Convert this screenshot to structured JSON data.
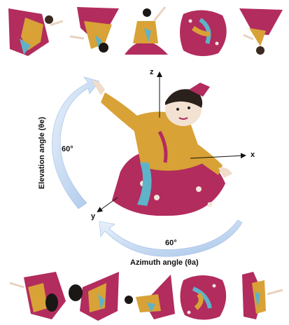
{
  "figure": {
    "elevation": {
      "label": "Elevation angle (θe)",
      "angle": "60°"
    },
    "azimuth": {
      "label": "Azimuth angle (θa)",
      "angle": "60°"
    },
    "axes": {
      "x": "x",
      "y": "y",
      "z": "z"
    }
  },
  "rows": {
    "top": {
      "views": [
        "view-1",
        "view-2",
        "view-3",
        "view-4",
        "view-5"
      ]
    },
    "bottom": {
      "views": [
        "view-1",
        "view-2",
        "view-3",
        "view-4",
        "view-5"
      ]
    }
  },
  "colors": {
    "skirt": "#b22c5e",
    "robe": "#d8a236",
    "sleeve_stripe": "#5fb3c9",
    "arrow": "#bcd3ee",
    "axis": "#111111"
  },
  "icons": [
    "dancer-figure"
  ]
}
